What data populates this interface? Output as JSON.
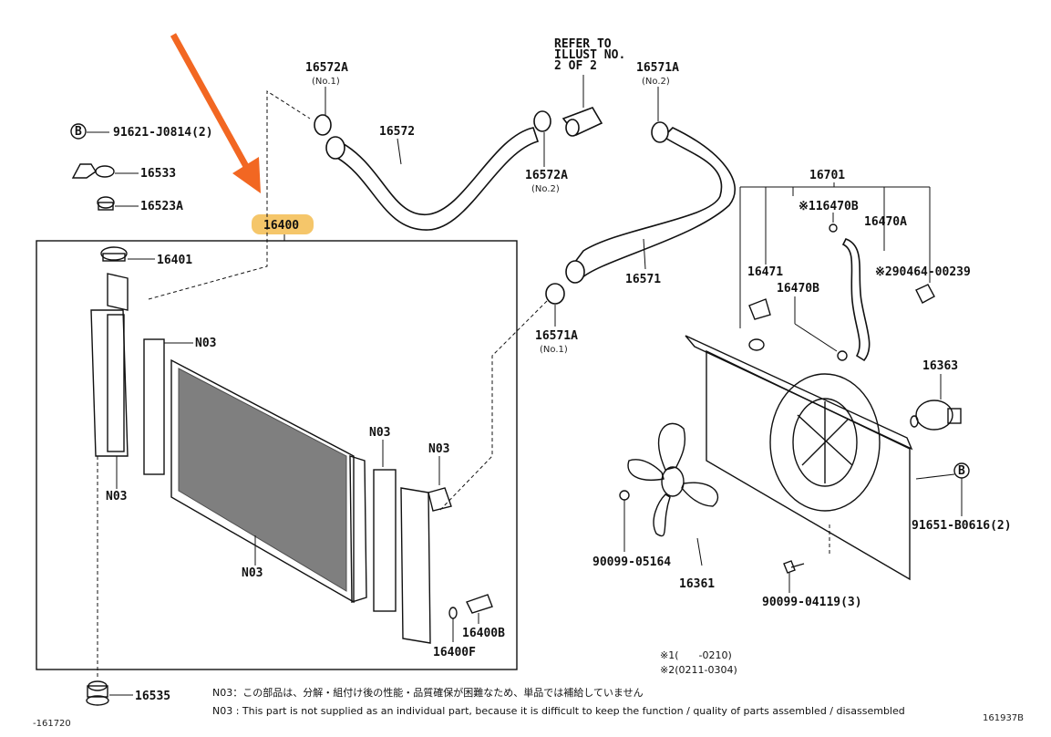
{
  "diagram": {
    "highlight_color": "#f5c66a",
    "arrow_color": "#f26722",
    "labels": {
      "p16572A_1": "16572A",
      "p16572A_1_sub": "(No.1)",
      "p16572": "16572",
      "p16572A_2": "16572A",
      "p16572A_2_sub": "(No.2)",
      "refer1": "REFER TO",
      "refer2": "ILLUST NO.",
      "refer3": "2 OF 2",
      "p16571A_2": "16571A",
      "p16571A_2_sub": "(No.2)",
      "p16571": "16571",
      "p16571A_1": "16571A",
      "p16571A_1_sub": "(No.1)",
      "bolt_top": "91621-J0814(2)",
      "b_circle_top": "B",
      "p16533": "16533",
      "p16523A": "16523A",
      "p16400": "16400",
      "p16401": "16401",
      "n03_a": "N03",
      "n03_b": "N03",
      "n03_c": "N03",
      "n03_d": "N03",
      "n03_e": "N03",
      "p16400B": "16400B",
      "p16400F": "16400F",
      "p16535": "16535",
      "p16701": "16701",
      "p16470B_1": "※116470B",
      "p16470A": "16470A",
      "p290464": "※290464-00239",
      "p16471": "16471",
      "p16470B_2": "16470B",
      "p16363": "16363",
      "b_circle_right": "B",
      "p91651": "91651-B0616(2)",
      "p90099_05164": "90099-05164",
      "p16361": "16361",
      "p90099_04119": "90099-04119(3)"
    },
    "footnotes": {
      "ref1": "※1(　　-0210)",
      "ref2": "※2(0211-0304)",
      "jp": "N03：この部品は、分解・組付け後の性能・品質確保が困難なため、単品では補給していません",
      "en": "N03 : This part is not supplied as an individual part, because it is difficult to keep the function / quality of parts assembled / disassembled",
      "left_code": "-161720",
      "right_code": "161937B"
    }
  }
}
